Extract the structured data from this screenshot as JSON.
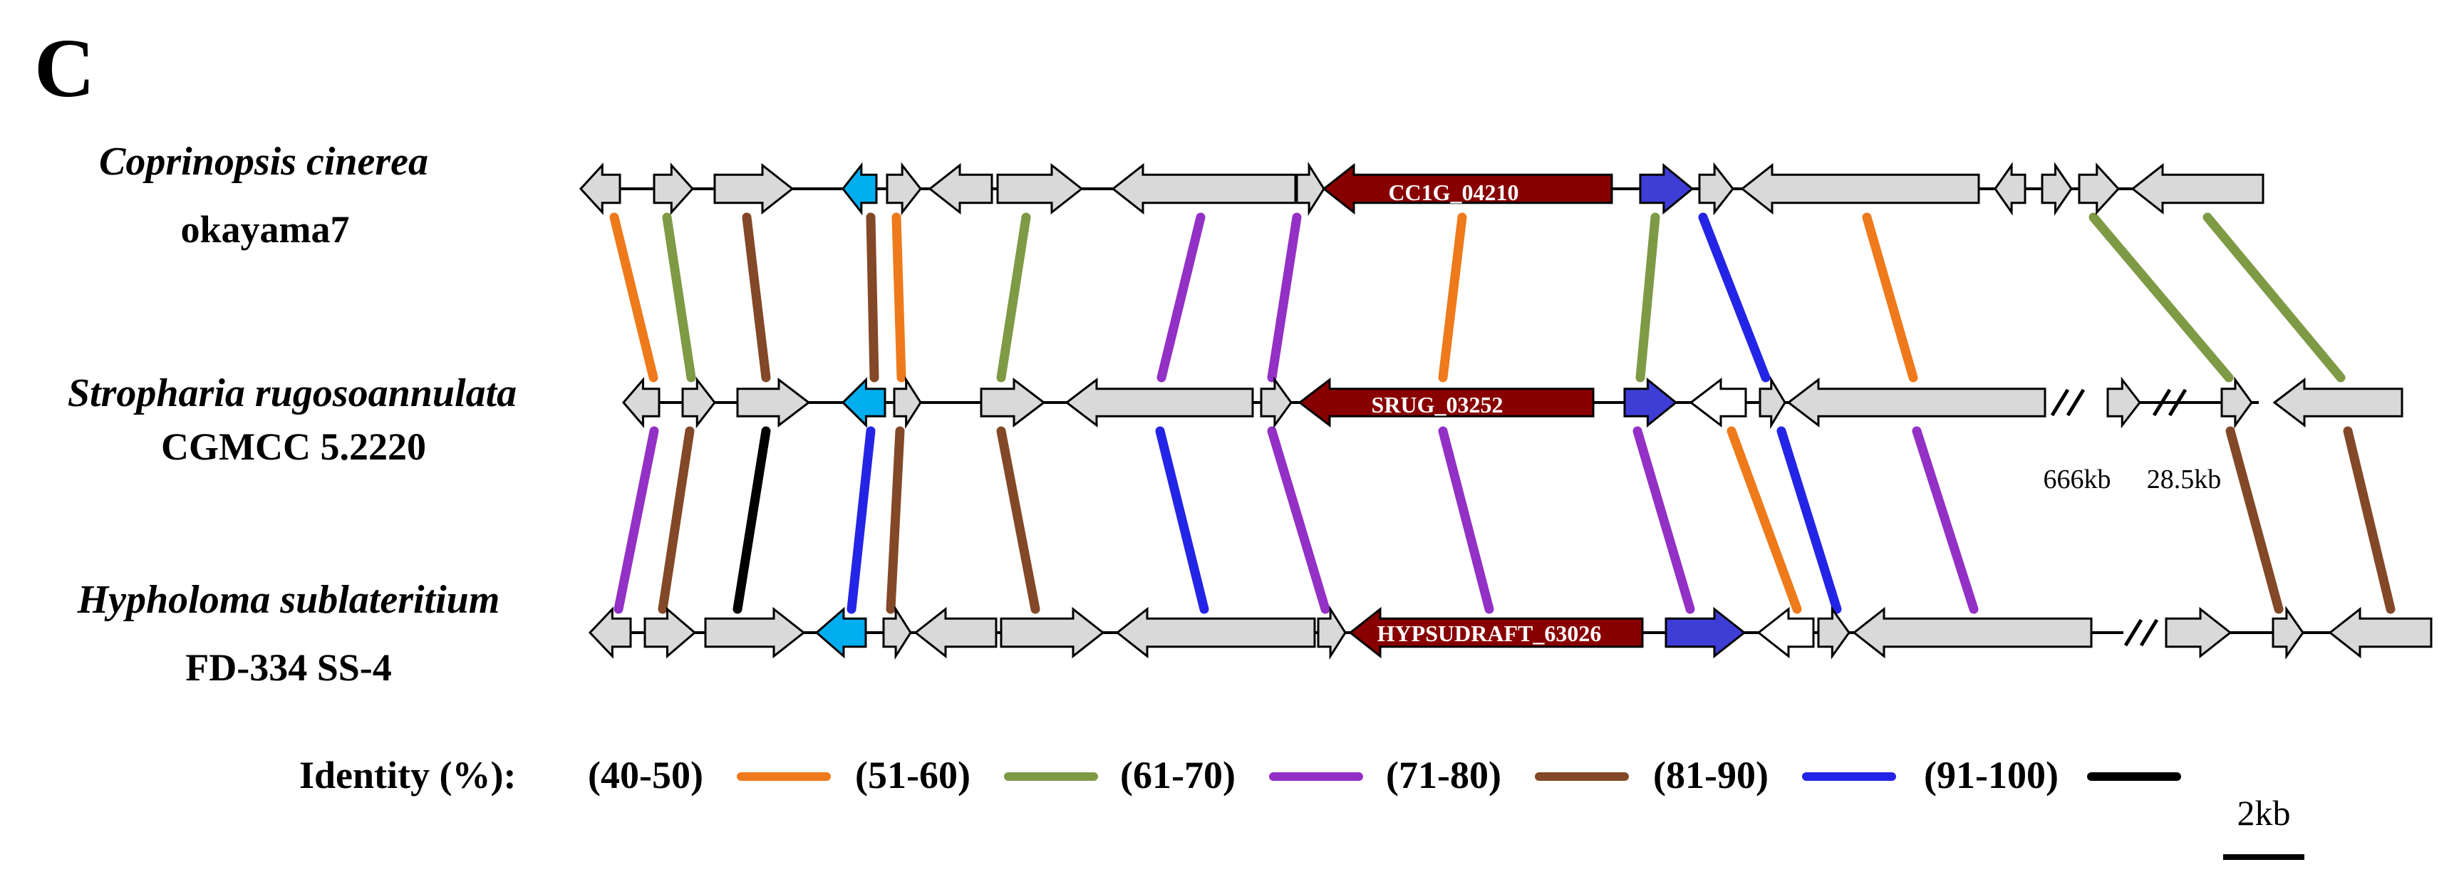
{
  "panel_label": "C",
  "species": [
    {
      "name": "Coprinopsis cinerea",
      "strain": "okayama7"
    },
    {
      "name": "Stropharia rugosoannulata",
      "strain": "CGMCC 5.2220"
    },
    {
      "name": "Hypholoma sublateritium",
      "strain": "FD-334 SS-4"
    }
  ],
  "gene_labels": {
    "top": "CC1G_04210",
    "middle": "SRUG_03252",
    "bottom": "HYPSUDRAFT_63026"
  },
  "breaks": {
    "first": "666kb",
    "second": "28.5kb"
  },
  "legend": {
    "title": "Identity (%):",
    "items": [
      {
        "label": "(40-50)",
        "color": "#EE7A1B"
      },
      {
        "label": "(51-60)",
        "color": "#7E9A45"
      },
      {
        "label": "(61-70)",
        "color": "#9330C5"
      },
      {
        "label": "(71-80)",
        "color": "#834827"
      },
      {
        "label": "(81-90)",
        "color": "#2424E6"
      },
      {
        "label": "(91-100)",
        "color": "#000000"
      }
    ]
  },
  "scale_bar": {
    "label": "2kb"
  },
  "colors": {
    "gene_fill": "#D9D9D9",
    "target_gene": "#880000",
    "blue_gene": "#3E3ED6",
    "cyan_gene": "#00AEEF",
    "outline": "#000000"
  }
}
